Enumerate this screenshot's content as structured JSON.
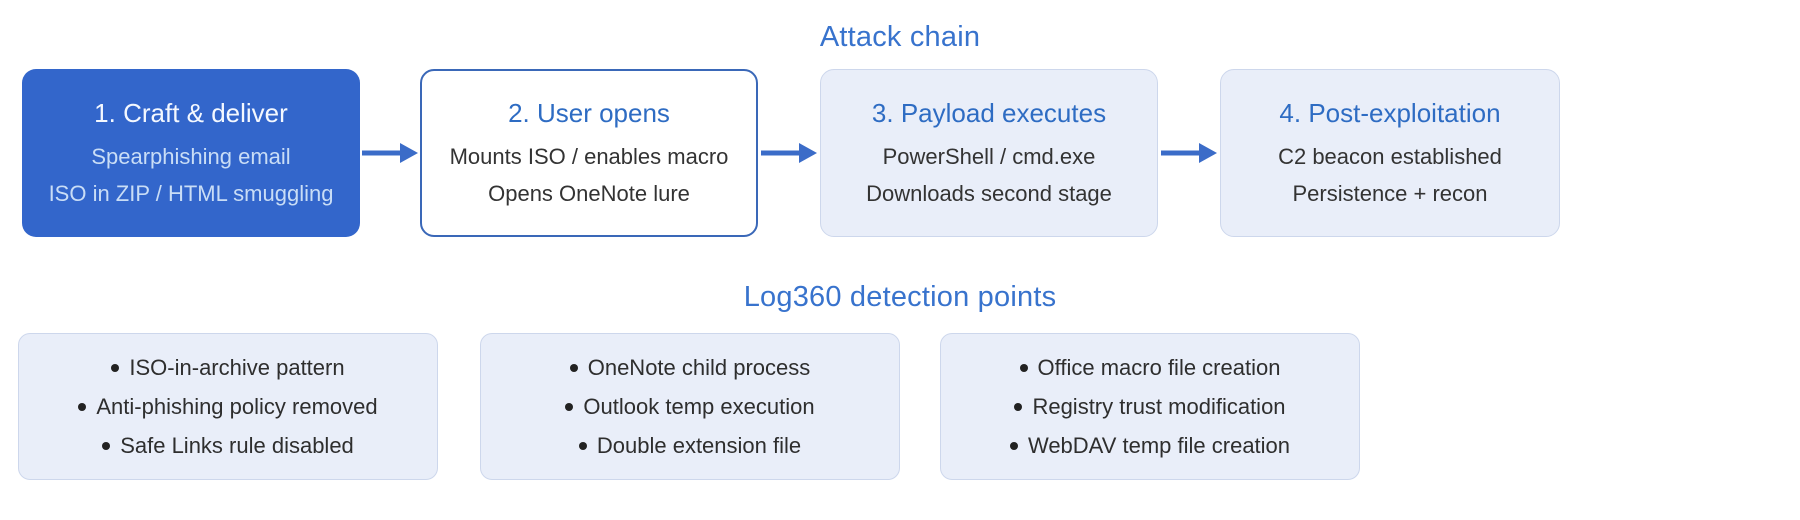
{
  "colors": {
    "accent_blue": "#3873cd",
    "step_heading_blue": "#2e6cc3",
    "primary_box_fill": "#3366cb",
    "primary_box_title": "#f4f8ff",
    "primary_box_subtext": "#c9ddf6",
    "outline_box_border": "#3a68b8",
    "soft_box_fill": "#e9eef9",
    "soft_box_border": "#cdd7ec",
    "arrow_blue": "#3b6cc8",
    "body_text": "#333333"
  },
  "attack_chain": {
    "title": "Attack chain",
    "steps": [
      {
        "title": "1. Craft & deliver",
        "lines": [
          "Spearphishing email",
          "ISO in ZIP / HTML smuggling"
        ]
      },
      {
        "title": "2. User opens",
        "lines": [
          "Mounts ISO / enables macro",
          "Opens OneNote lure"
        ]
      },
      {
        "title": "3. Payload executes",
        "lines": [
          "PowerShell / cmd.exe",
          "Downloads second stage"
        ]
      },
      {
        "title": "4. Post-exploitation",
        "lines": [
          "C2 beacon established",
          "Persistence + recon"
        ]
      }
    ]
  },
  "detection": {
    "title": "Log360 detection points",
    "groups": [
      {
        "items": [
          "ISO-in-archive pattern",
          "Anti-phishing policy removed",
          "Safe Links rule disabled"
        ]
      },
      {
        "items": [
          "OneNote child process",
          "Outlook temp execution",
          "Double extension file"
        ]
      },
      {
        "items": [
          "Office macro file creation",
          "Registry trust modification",
          "WebDAV temp file creation"
        ]
      }
    ]
  }
}
